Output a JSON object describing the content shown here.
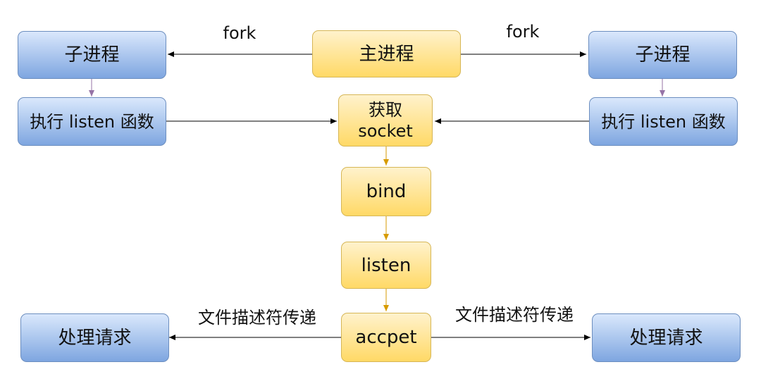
{
  "nodes": {
    "main_process": "主进程",
    "child_left": "子进程",
    "child_right": "子进程",
    "exec_listen_left": "执行 listen 函数",
    "exec_listen_right": "执行 listen 函数",
    "get_socket": "获取\nsocket",
    "bind": "bind",
    "listen": "listen",
    "accept": "accpet",
    "handle_left": "处理请求",
    "handle_right": "处理请求"
  },
  "edge_labels": {
    "fork_left": "fork",
    "fork_right": "fork",
    "fd_transfer_left": "文件描述符传递",
    "fd_transfer_right": "文件描述符传递"
  },
  "colors": {
    "blue_fill_top": "#dae8fc",
    "blue_fill_bottom": "#7ea6e0",
    "blue_stroke": "#6c8ebf",
    "yellow_fill_top": "#fff2cc",
    "yellow_fill_bottom": "#ffd966",
    "yellow_stroke": "#d6b656",
    "black_edge": "#000000",
    "purple_edge": "#9673a6",
    "orange_edge": "#d79b00"
  }
}
